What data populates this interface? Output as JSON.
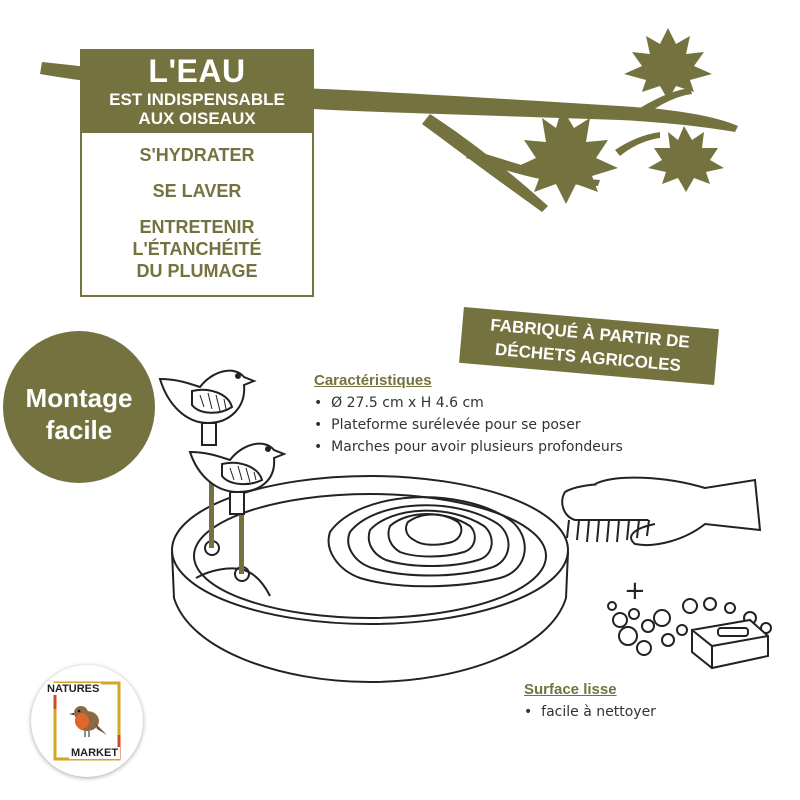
{
  "colors": {
    "olive": "#74733f",
    "text": "#333333",
    "white": "#ffffff"
  },
  "info_box": {
    "title": "L'EAU",
    "subtitle_line1": "EST INDISPENSABLE",
    "subtitle_line2": "AUX OISEAUX",
    "items": [
      "S'HYDRATER",
      "SE LAVER",
      "ENTRETENIR",
      "L'ÉTANCHÉITÉ",
      "DU PLUMAGE"
    ]
  },
  "badge": {
    "line1": "Montage",
    "line2": "facile"
  },
  "banner": {
    "line1": "FABRIQUÉ À PARTIR DE",
    "line2": "DÉCHETS AGRICOLES"
  },
  "characteristics": {
    "title": "Caractéristiques",
    "bullets": [
      "Ø 27.5 cm x H 4.6 cm",
      "Plateforme surélevée pour se poser",
      "Marches pour avoir plusieurs profondeurs"
    ]
  },
  "surface": {
    "title": "Surface lisse",
    "bullets": [
      "facile à nettoyer"
    ]
  },
  "logo": {
    "top": "NATURES",
    "bottom": "MARKET"
  },
  "icons": [
    "branch-icon",
    "maple-leaf-icon",
    "bird-icon",
    "birdbath-icon",
    "brush-icon",
    "soap-icon",
    "bubbles-icon",
    "plus-icon",
    "robin-icon"
  ]
}
